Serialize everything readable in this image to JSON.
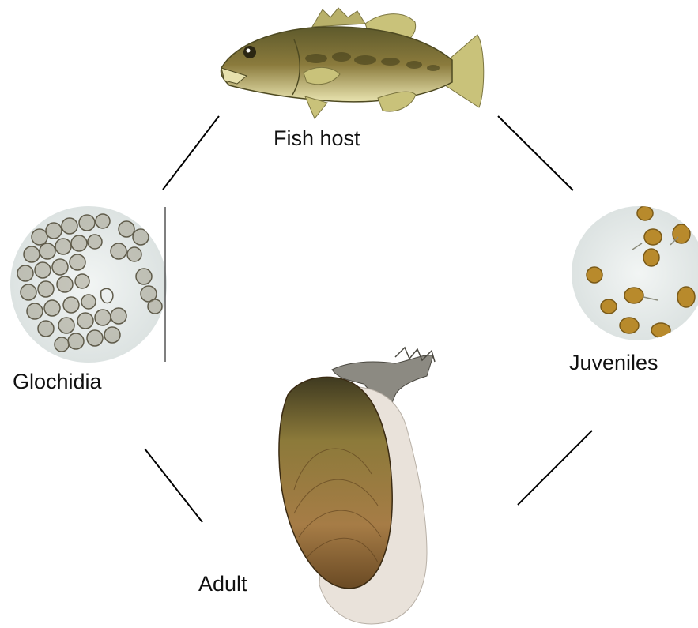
{
  "diagram": {
    "labels": {
      "fish_host": "Fish host",
      "juveniles": "Juveniles",
      "glochidia": "Glochidia",
      "adult": "Adult"
    },
    "colors": {
      "background": "#ffffff",
      "connector": "#000000",
      "fish_body": "#8a7a3c",
      "fish_belly": "#e9e4b0",
      "fish_fin": "#c9c27a",
      "micro_bg": "#e6ebea",
      "glochidia_cell": "#a39f8c",
      "juvenile_cell": "#b88a2c",
      "shell_dark": "#5f4a22",
      "shell_mid": "#9c7e42",
      "shell_light": "#c3a46a",
      "mantle": "#e9e2da"
    },
    "nodes": [
      {
        "id": "fish-host",
        "icon": "largemouth-bass-image"
      },
      {
        "id": "juveniles",
        "icon": "juvenile-mussels-micrograph"
      },
      {
        "id": "glochidia",
        "icon": "glochidia-micrograph"
      },
      {
        "id": "adult",
        "icon": "adult-mussel-image"
      }
    ]
  }
}
